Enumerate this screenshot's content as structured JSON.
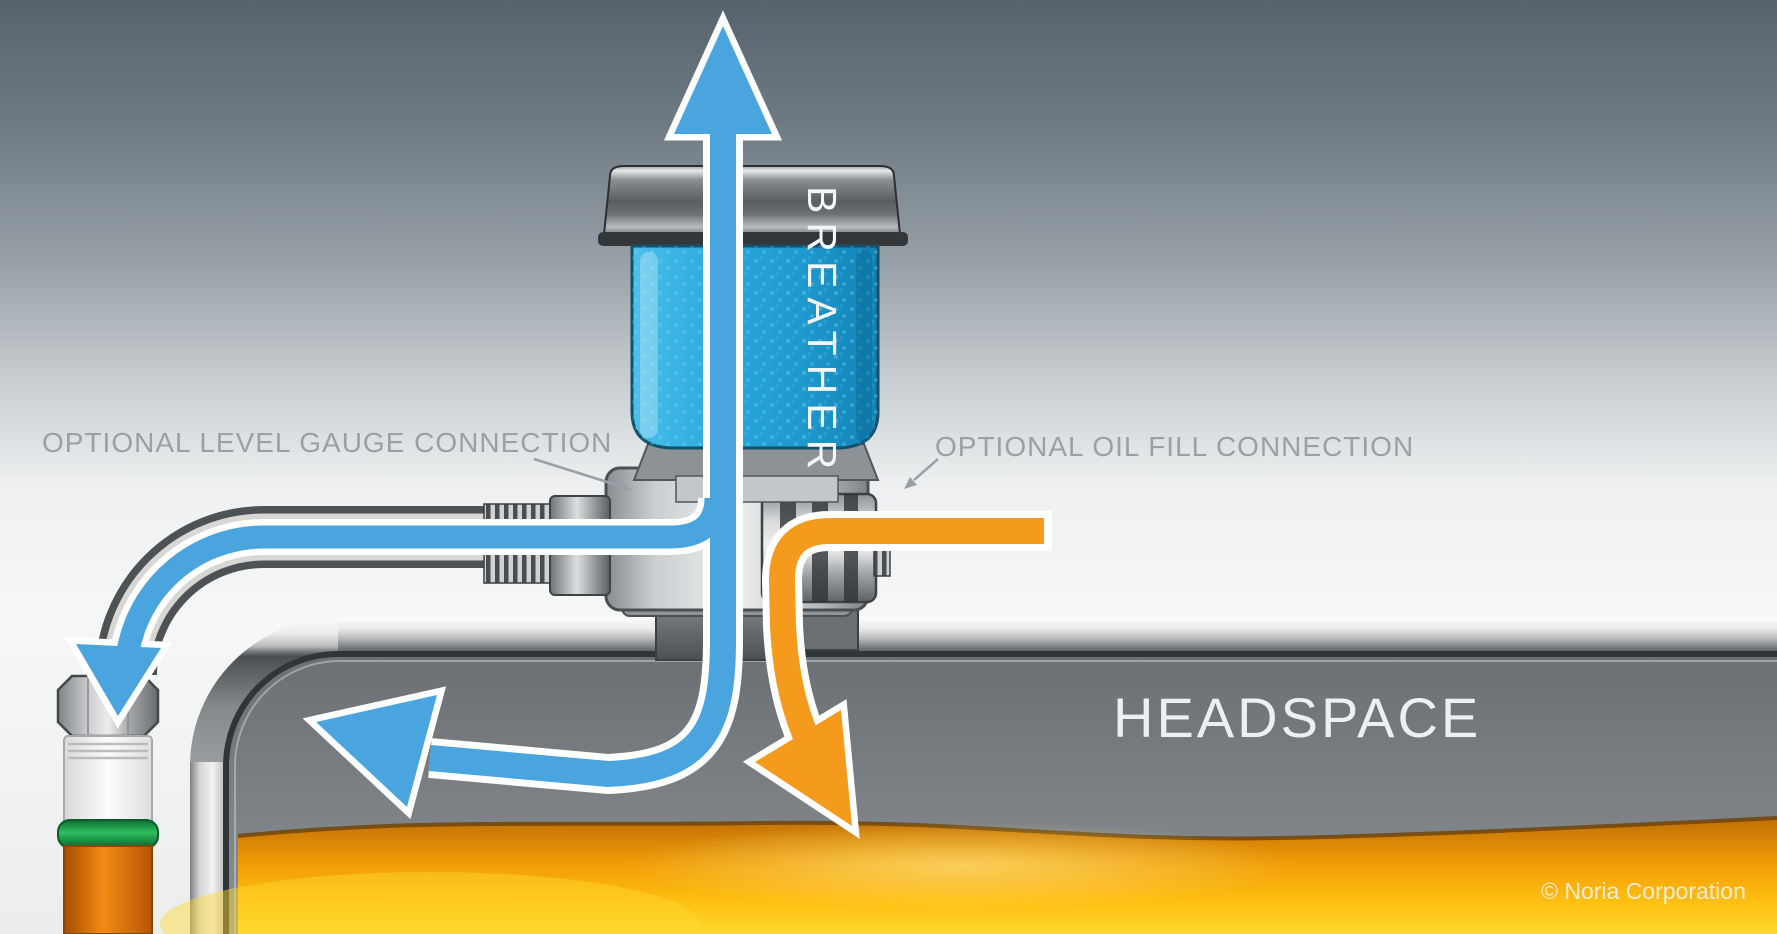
{
  "title": "Tank headspace breather cutaway diagram",
  "labels": {
    "breather": "BREATHER",
    "level_gauge_connection": "OPTIONAL LEVEL GAUGE CONNECTION",
    "oil_fill_connection": "OPTIONAL OIL FILL CONNECTION",
    "headspace": "HEADSPACE",
    "copyright": "© Noria Corporation"
  },
  "colors": {
    "air_flow_blue": "#4aa5de",
    "oil_fill_orange": "#f49a1d",
    "breather_media_blue": "#2aa9de",
    "label_text_gray": "#9aa0a5",
    "headspace_text": "#edf0f1",
    "tank_interior_gray": "#7b8084",
    "oil_surface_dark": "#9a5503",
    "oil_bright_yellow": "#ffd92e",
    "gauge_ring_green": "#2fbd5e",
    "background_top": "#56636d",
    "background_light": "#f5f6f6"
  },
  "flows": [
    {
      "name": "air-exhaust-up",
      "color": "#4aa5de"
    },
    {
      "name": "air-to-level-gauge",
      "color": "#4aa5de"
    },
    {
      "name": "air-into-headspace",
      "color": "#4aa5de"
    },
    {
      "name": "oil-fill-into-tank",
      "color": "#f49a1d"
    }
  ],
  "components": [
    "breather cartridge",
    "manifold with threaded side ports",
    "level gauge sight glass",
    "oil fill quick coupling",
    "tank wall with headspace and oil"
  ]
}
